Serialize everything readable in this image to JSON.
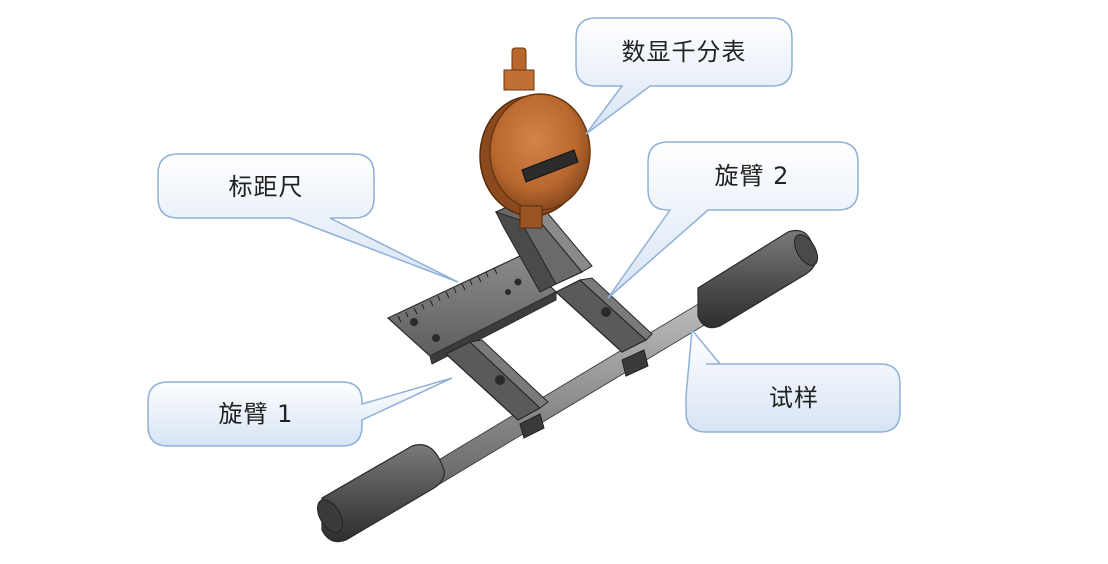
{
  "callouts": {
    "dial_indicator": "数显千分表",
    "gauge_ruler": "标距尺",
    "swing_arm_2": "旋臂 2",
    "swing_arm_1": "旋臂 1",
    "specimen": "试样"
  },
  "colors": {
    "callout_fill_top": "#ffffff",
    "callout_fill_bottom": "#d7e4f4",
    "callout_stroke": "#8fb0d8",
    "metal_dark": "#3a3a3a",
    "metal_mid": "#6b6b6b",
    "metal_light": "#9a9a9a",
    "gauge_copper": "#b8682e",
    "gauge_copper_dark": "#8a4a1e"
  },
  "icons": {
    "dial_indicator": "dial-indicator-icon",
    "gauge_ruler": "gauge-ruler-icon",
    "specimen": "specimen-bar-icon"
  }
}
